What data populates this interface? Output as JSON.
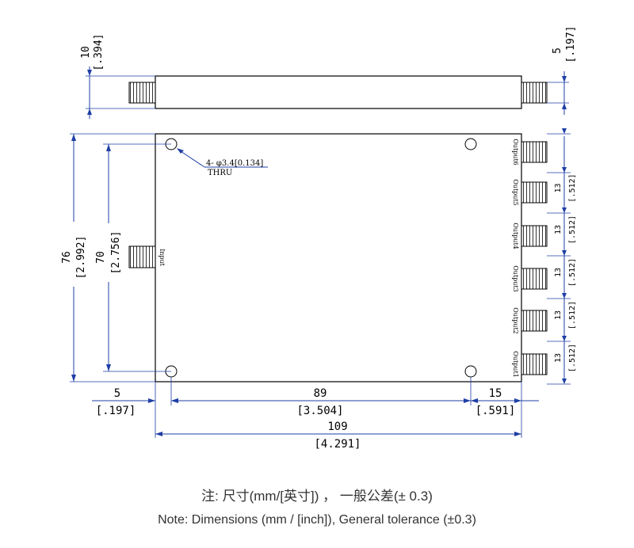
{
  "colors": {
    "line": "#000000",
    "dimension": "#1f3fa6",
    "note": "#333333",
    "body_fill": "#ffffff"
  },
  "side_view": {
    "height_dim": {
      "mm": "10",
      "inch": "[.394]"
    },
    "connector_dim": {
      "mm": "5",
      "inch": "[.197]"
    }
  },
  "top_view": {
    "hole_callout": {
      "spec": "4- φ3.4[0.134]",
      "type": "THRU"
    },
    "input_label": "Input",
    "outputs": [
      "Output6",
      "Output5",
      "Output4",
      "Output3",
      "Output2",
      "Output1"
    ],
    "pitch": {
      "mm": "13",
      "inch": "[.512]"
    },
    "overall_height": {
      "mm": "76",
      "inch": "[2.992]"
    },
    "hole_spacing_v": {
      "mm": "70",
      "inch": "[2.756]"
    },
    "left_offset": {
      "mm": "5",
      "inch": "[.197]"
    },
    "hole_spacing_h": {
      "mm": "89",
      "inch": "[3.504]"
    },
    "right_offset": {
      "mm": "15",
      "inch": "[.591]"
    },
    "overall_length": {
      "mm": "109",
      "inch": "[4.291]"
    }
  },
  "notes": {
    "chinese": "注: 尺寸(mm/[英寸]) ， 一般公差(±  0.3)",
    "english": "Note: Dimensions (mm / [inch]), General tolerance (±0.3)"
  }
}
